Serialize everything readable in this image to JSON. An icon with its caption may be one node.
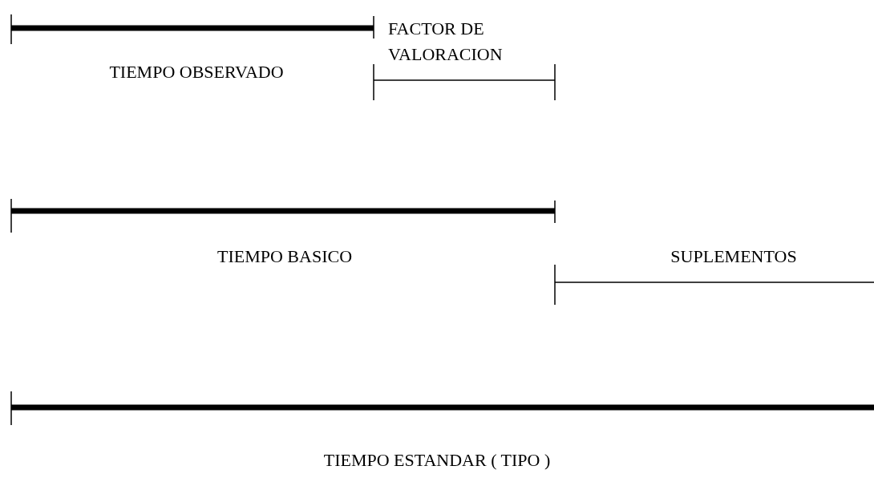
{
  "diagram": {
    "labels": [
      "FACTOR DE VALORACION",
      "TIEMPO OBSERVADO",
      "TIEMPO BASICO",
      "SUPLEMENTOS",
      "TIEMPO ESTANDAR ( TIPO )"
    ]
  }
}
